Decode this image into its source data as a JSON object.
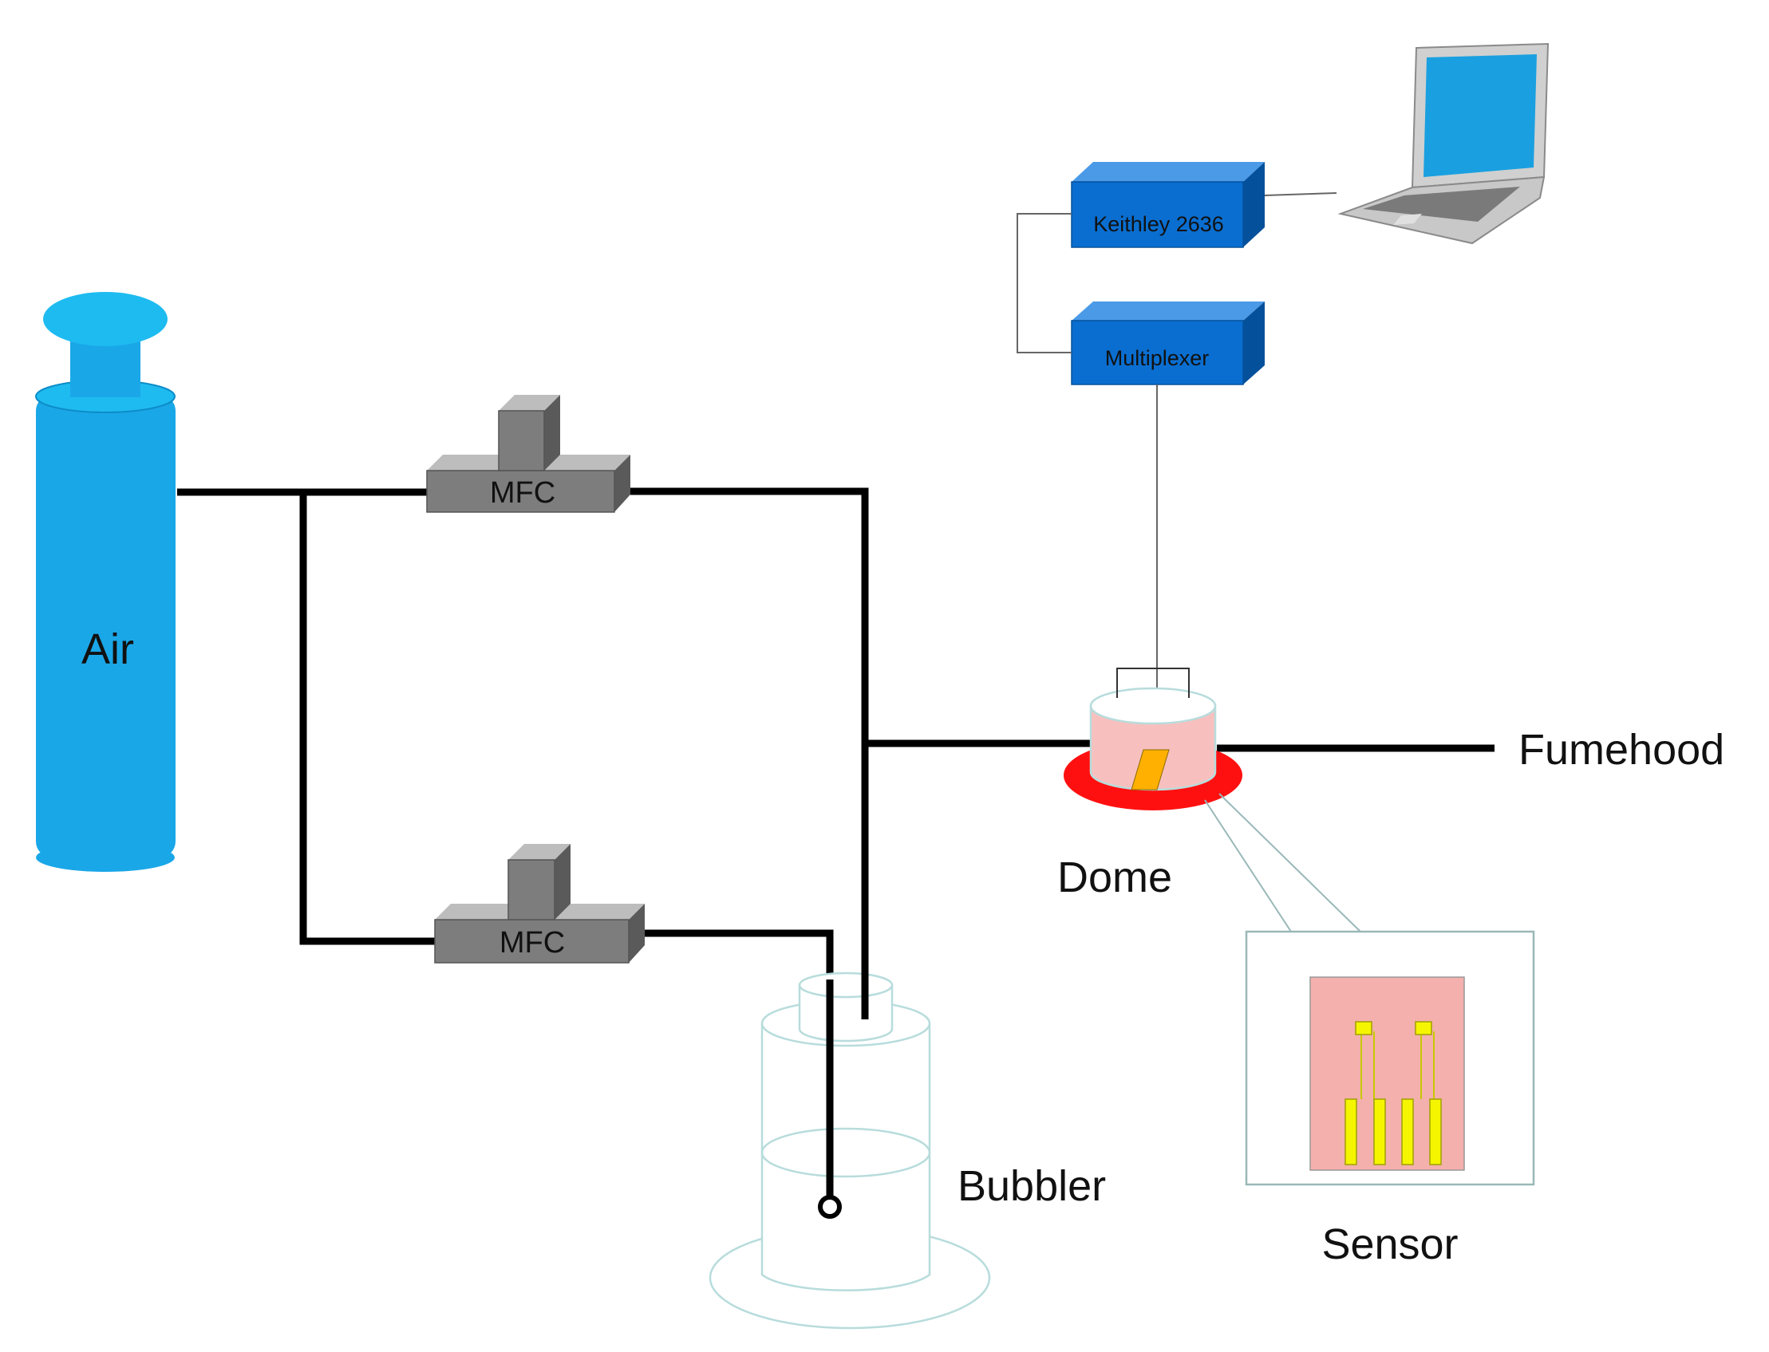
{
  "labels": {
    "air": "Air",
    "mfc_top": "MFC",
    "mfc_bottom": "MFC",
    "keithley": "Keithley 2636",
    "multiplexer": "Multiplexer",
    "fumehood": "Fumehood",
    "dome": "Dome",
    "bubbler": "Bubbler",
    "sensor": "Sensor"
  },
  "colors": {
    "cylinder": "#1aa7e8",
    "cylinder_top": "#1ebbf0",
    "instrument_blue": "#0a6ed0",
    "mfc_gray": "#7d7d7d",
    "dome_base": "#ff1010",
    "dome_fill": "#f7c0be",
    "sensor_chip": "#f4b0ad",
    "electrode": "#f5f500",
    "sample": "#ffb000",
    "glass_outline": "#b8dcdc"
  }
}
